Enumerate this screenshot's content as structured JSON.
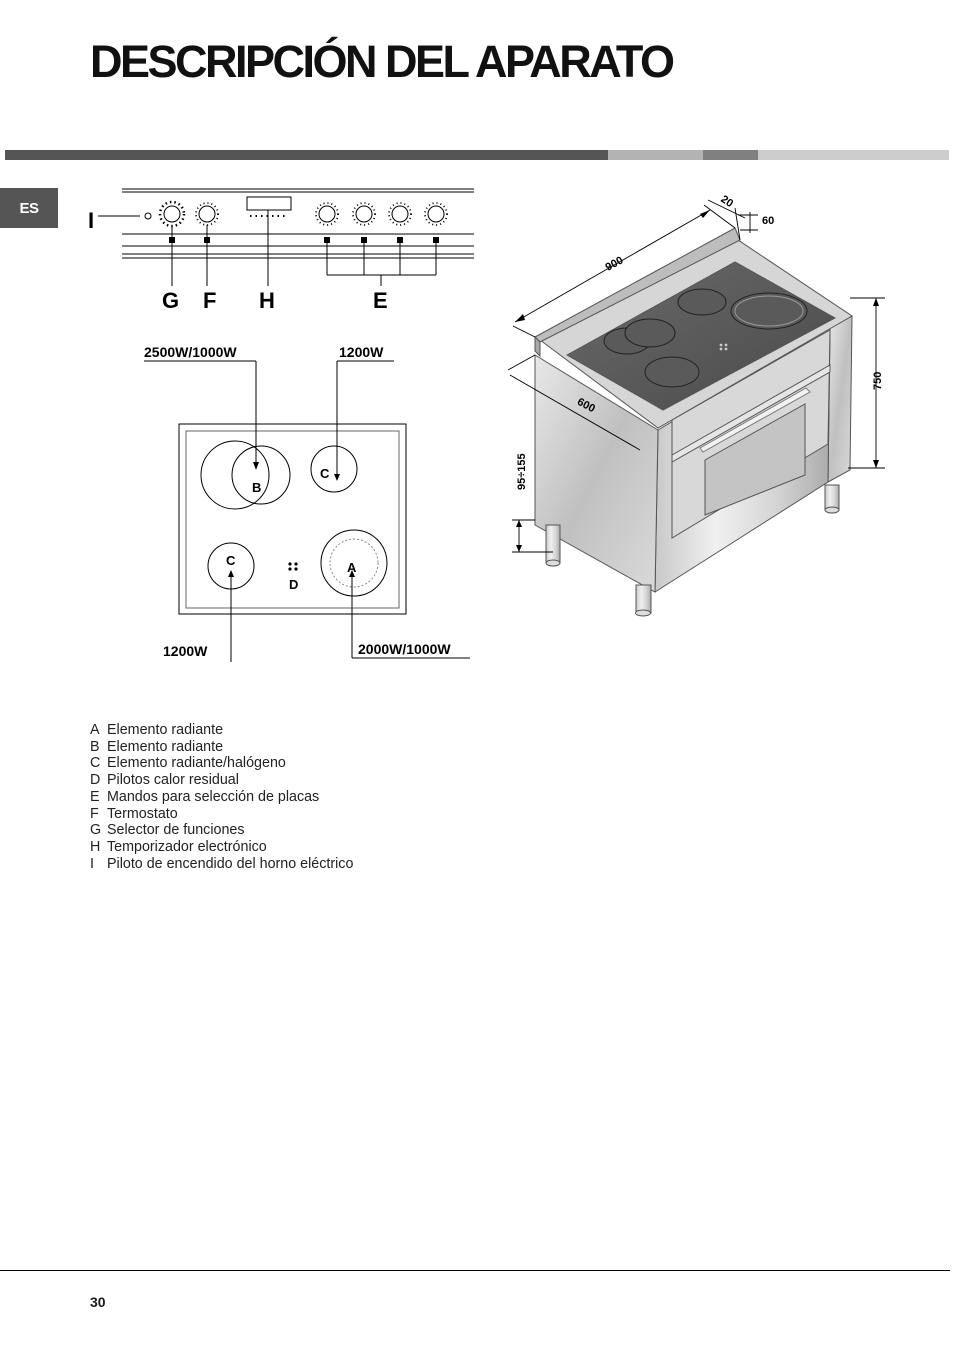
{
  "header": {
    "title": "DESCRIPCIÓN DEL APARATO",
    "lang_tab": "ES",
    "band_colors": [
      "#555555",
      "#b3b3b3",
      "#808080",
      "#cccccc"
    ]
  },
  "control_panel": {
    "label_i": "I",
    "label_g": "G",
    "label_f": "F",
    "label_h": "H",
    "label_e": "E"
  },
  "hob": {
    "power_b": "2500W/1000W",
    "power_c_top": "1200W",
    "power_c_bottom": "1200W",
    "power_a": "2000W/1000W",
    "zone_a": "A",
    "zone_b": "B",
    "zone_c_top": "C",
    "zone_c_bottom": "C",
    "zone_d": "D"
  },
  "dimensions": {
    "width": "900",
    "depth": "600",
    "height": "750",
    "splash_depth": "20",
    "splash_height": "60",
    "legs": "95÷155"
  },
  "legend": [
    {
      "key": "A",
      "text": "Elemento radiante"
    },
    {
      "key": "B",
      "text": "Elemento radiante"
    },
    {
      "key": "C",
      "text": "Elemento radiante/halógeno"
    },
    {
      "key": "D",
      "text": "Pilotos calor residual"
    },
    {
      "key": "E",
      "text": "Mandos para selección de placas"
    },
    {
      "key": "F",
      "text": "Termostato"
    },
    {
      "key": "G",
      "text": "Selector de funciones"
    },
    {
      "key": "H",
      "text": "Temporizador electrónico"
    },
    {
      "key": "I",
      "text": "Piloto de encendido del horno eléctrico"
    }
  ],
  "footer": {
    "page_number": "30"
  }
}
